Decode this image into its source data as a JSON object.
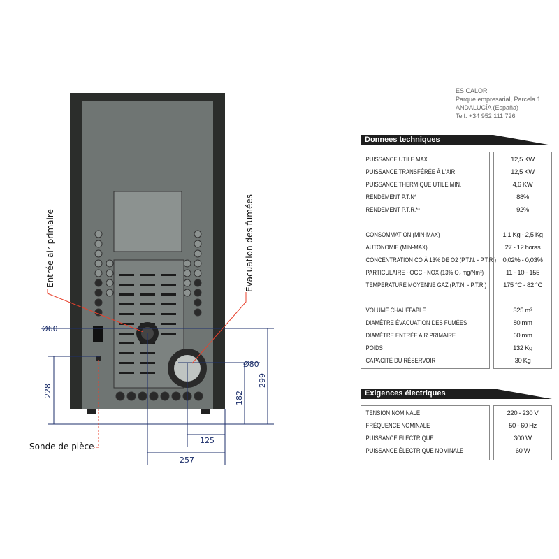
{
  "address": {
    "company": "ES CALOR",
    "street": "Parque empresarial, Parcela 1",
    "region": "ANDALUCÍA (España)",
    "phone": "Telf. +34 952 111 726"
  },
  "diagram": {
    "labels": {
      "air_inlet": "Entrée air primaire",
      "flue": "Évacuation des fumées",
      "probe": "Sonde de pièce"
    },
    "dimensions": {
      "d60": "Ø60",
      "d80": "Ø80",
      "h228": "228",
      "h182": "182",
      "h299": "299",
      "w125": "125",
      "w257": "257"
    }
  },
  "tech": {
    "title": "Donnees techniques",
    "rows": [
      {
        "label": "PUISSANCE UTILE MAX",
        "value": "12,5 KW"
      },
      {
        "label": "PUISSANCE TRANSFÉRÉE À L'AIR",
        "value": "12,5 KW"
      },
      {
        "label": "PUISSANCE THERMIQUE UTILE MIN.",
        "value": "4,6 KW"
      },
      {
        "label": "RENDEMENT P.T.N*",
        "value": "88%"
      },
      {
        "label": "RENDEMENT P.T.R.**",
        "value": "92%"
      },
      {
        "label": "CONSOMMATION (MIN-MAX)",
        "value": "1,1 Kg - 2,5 Kg"
      },
      {
        "label": "AUTONOMIE (MIN-MAX)",
        "value": "27 - 12 horas"
      },
      {
        "label": "CONCENTRATION CO À 13% DE O2 (P.T.N. - P.T.R.)",
        "value": "0,02% - 0,03%"
      },
      {
        "label": "PARTICULAIRE - OGC - NOX (13% O₂ mg/Nm³)",
        "value": "11 - 10 - 155"
      },
      {
        "label": "TEMPÉRATURE MOYENNE GAZ (P.T.N. - P.T.R.)",
        "value": "175 °C - 82 °C"
      },
      {
        "label": "VOLUME CHAUFFABLE",
        "value": "325 m³"
      },
      {
        "label": "DIAMÈTRE ÉVACUATION DES FUMÉES",
        "value": "80 mm"
      },
      {
        "label": "DIAMÈTRE ENTRÉE AIR PRIMAIRE",
        "value": "60 mm"
      },
      {
        "label": "POIDS",
        "value": "132 Kg"
      },
      {
        "label": "CAPACITÉ DU RÉSERVOIR",
        "value": "30 Kg"
      }
    ]
  },
  "elec": {
    "title": "Exigences électriques",
    "rows": [
      {
        "label": "TENSION NOMINALE",
        "value": "220 - 230 V"
      },
      {
        "label": "FRÉQUENCE NOMINALE",
        "value": "50 - 60 Hz"
      },
      {
        "label": "PUISSANCE ÉLECTRIQUE",
        "value": "300 W"
      },
      {
        "label": "PUISSANCE ÉLECTRIQUE NOMINALE",
        "value": "60 W"
      }
    ]
  },
  "colors": {
    "dimension": "#1d2f6b",
    "leader": "#e8412c",
    "header": "#1e1e1e"
  }
}
